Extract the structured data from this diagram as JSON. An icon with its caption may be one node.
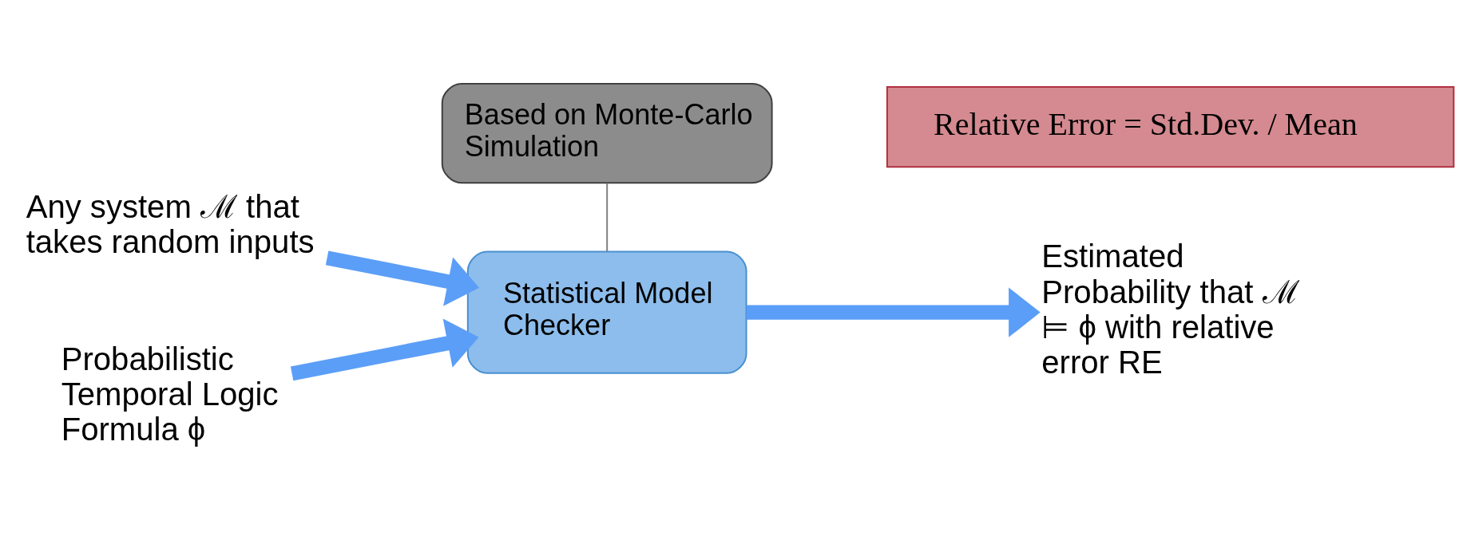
{
  "diagram": {
    "nodes": [
      {
        "text": [
          "Any system ℳ that takes random inputs"
        ]
      },
      {
        "text": [
          "Probabilistic Temporal Logic Formula ϕ"
        ]
      },
      {
        "text": [
          "Statistical Model Checker"
        ]
      },
      {
        "text": [
          "Estimated Probability that ℳ ⊨ ϕ with relative error RE"
        ]
      },
      {
        "text": [
          "Based on Monte-Carlo Simulation"
        ]
      },
      {
        "text": [
          "Relative Error = Std.Dev. / Mean"
        ]
      }
    ],
    "edges": [
      {
        "from": 0,
        "to": 2,
        "arrow": "to"
      },
      {
        "from": 1,
        "to": 2,
        "arrow": "to"
      },
      {
        "from": 2,
        "to": 3,
        "arrow": "to"
      },
      {
        "from": 4,
        "to": 2,
        "arrow": "none",
        "color": "#808080"
      }
    ]
  }
}
